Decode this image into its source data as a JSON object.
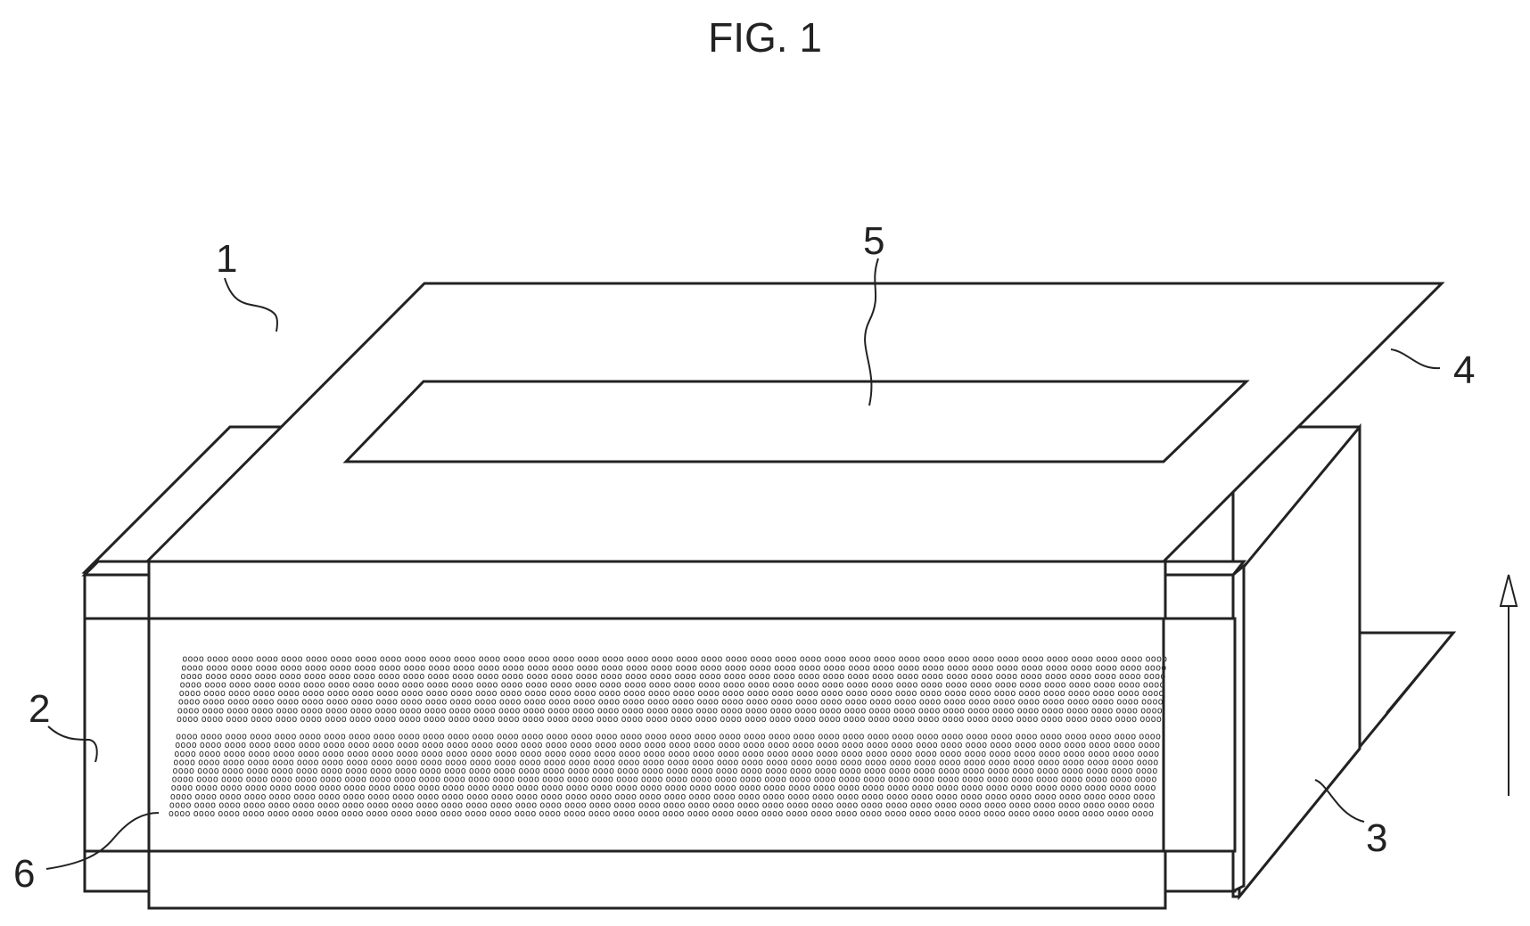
{
  "figure": {
    "title": "FIG. 1"
  },
  "labels": {
    "device": "1",
    "left_plate": "2",
    "right_plate": "3",
    "top_plate": "4",
    "opening": "5",
    "coil": "6"
  },
  "coil": {
    "glyph": "oooo",
    "rows": 18,
    "columns": 40
  },
  "colors": {
    "line": "#222222",
    "background": "#ffffff"
  },
  "icons": {
    "flow_direction": "up-arrow-icon"
  }
}
